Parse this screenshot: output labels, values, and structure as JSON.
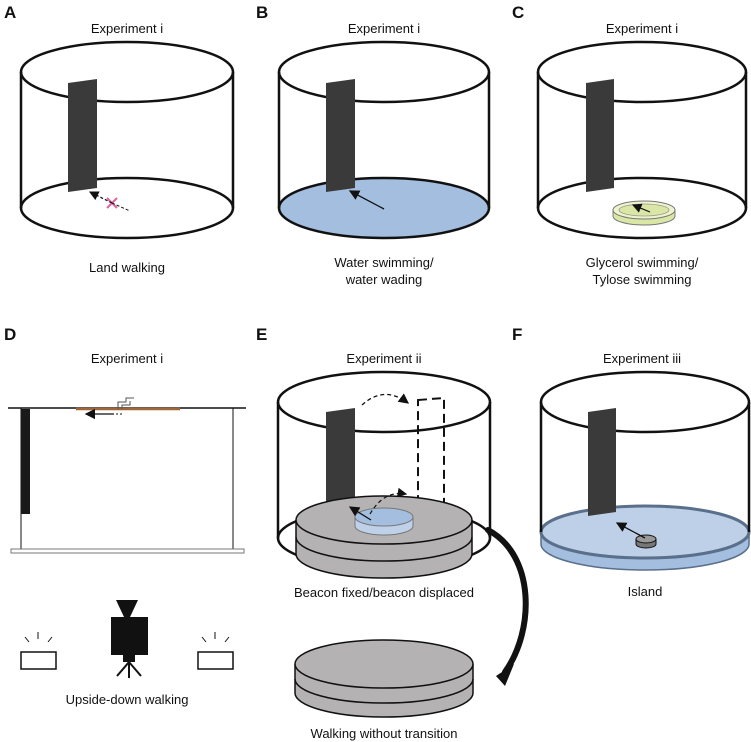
{
  "colors": {
    "outline": "#111111",
    "beacon": "#3a3a3a",
    "water": "#a3bedf",
    "water_edge": "#5a6f8a",
    "glycerol": "#d9e6a5",
    "platform": "#b4b2b2",
    "cross": "#e0659b",
    "wire": "#a0663a"
  },
  "panels": {
    "A": {
      "letter": "A",
      "experiment": "Experiment i",
      "caption": "Land walking"
    },
    "B": {
      "letter": "B",
      "experiment": "Experiment i",
      "caption_line1": "Water swimming/",
      "caption_line2": "water wading"
    },
    "C": {
      "letter": "C",
      "experiment": "Experiment i",
      "caption_line1": "Glycerol swimming/",
      "caption_line2": "Tylose swimming"
    },
    "D": {
      "letter": "D",
      "experiment": "Experiment i",
      "caption": "Upside-down walking"
    },
    "E": {
      "letter": "E",
      "experiment": "Experiment ii",
      "caption": "Beacon fixed/beacon displaced",
      "caption2": "Walking without transition"
    },
    "F": {
      "letter": "F",
      "experiment": "Experiment iii",
      "caption": "Island"
    }
  }
}
